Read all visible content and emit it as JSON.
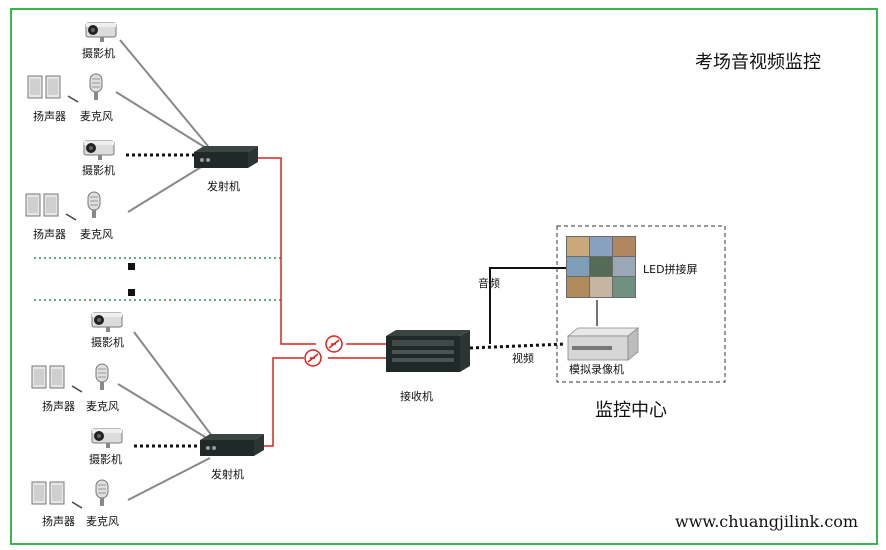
{
  "title": "考场音视频监控",
  "labels": {
    "camera": "摄影机",
    "speaker": "扬声器",
    "mic": "麦克风",
    "transmitter": "发射机",
    "receiver": "接收机",
    "audio": "音频",
    "video": "视频",
    "led": "LED拼接屏",
    "recorder": "模拟录像机",
    "center": "监控中心",
    "website": "www.chuangjilink.com"
  },
  "colors": {
    "frame": "#3cb44b",
    "fiber": "#d9231d",
    "dotted_sep": "#2e8b57",
    "line": "#888888",
    "device": "#1f2a28"
  }
}
